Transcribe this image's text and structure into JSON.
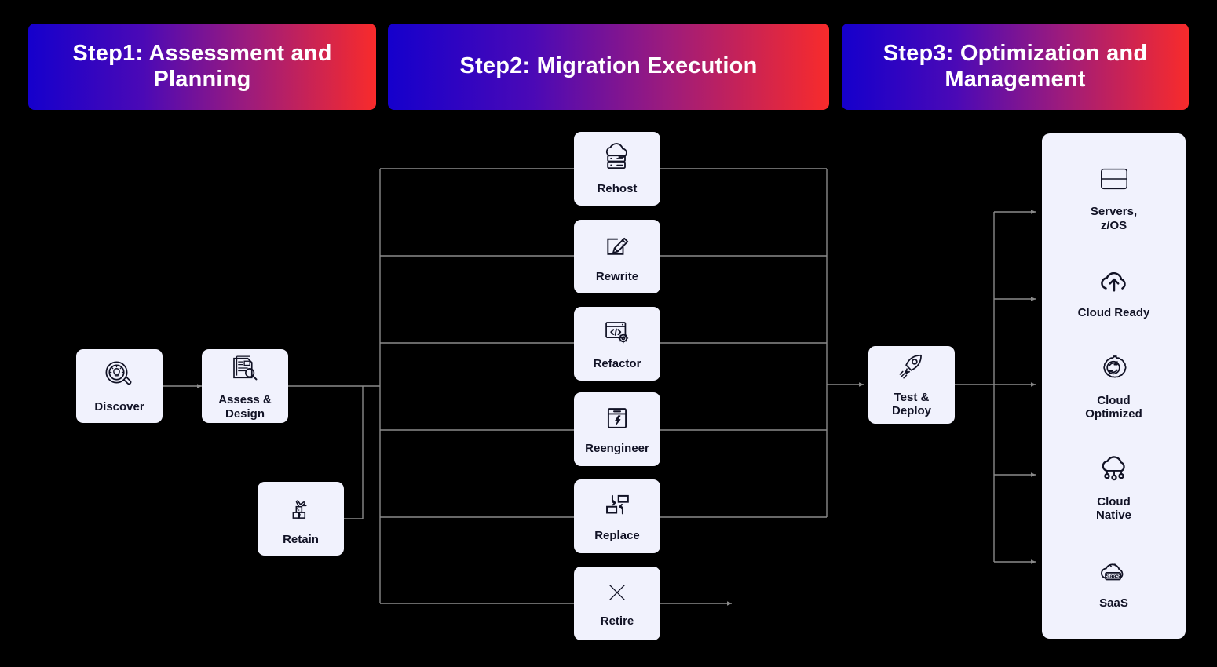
{
  "banners": [
    {
      "id": "step1",
      "label": "Step1: Assessment and Planning"
    },
    {
      "id": "step2",
      "label": "Step2: Migration Execution"
    },
    {
      "id": "step3",
      "label": "Step3: Optimization and Management"
    }
  ],
  "gradient": {
    "start": "#1500cc",
    "mid": "#9c1b7d",
    "end": "#f82b2b"
  },
  "colors": {
    "background": "#000000",
    "card_background": "#f1f2fd",
    "card_text": "#111225",
    "connector": "#8a8a8a",
    "banner_text": "#ffffff"
  },
  "step1": {
    "cards": [
      {
        "id": "discover",
        "label": "Discover",
        "icon": "magnifier-lightbulb-icon"
      },
      {
        "id": "assess-design",
        "label": "Assess &\nDesign",
        "icon": "documents-magnifier-icon"
      },
      {
        "id": "retain",
        "label": "Retain",
        "icon": "hand-blocks-icon"
      }
    ]
  },
  "step2": {
    "cards": [
      {
        "id": "rehost",
        "label": "Rehost",
        "icon": "cloud-server-icon"
      },
      {
        "id": "rewrite",
        "label": "Rewrite",
        "icon": "pencil-edit-icon"
      },
      {
        "id": "refactor",
        "label": "Refactor",
        "icon": "code-window-gear-icon"
      },
      {
        "id": "reengineer",
        "label": "Reengineer",
        "icon": "window-bolt-icon"
      },
      {
        "id": "replace",
        "label": "Replace",
        "icon": "swap-boxes-icon"
      },
      {
        "id": "retire",
        "label": "Retire",
        "icon": "cross-x-icon"
      }
    ]
  },
  "step3": {
    "gateway": {
      "id": "test-deploy",
      "label": "Test &\nDeploy",
      "icon": "rocket-icon"
    },
    "outcomes": [
      {
        "id": "servers-zos",
        "label": "Servers,\nz/OS",
        "icon": "server-rack-icon"
      },
      {
        "id": "cloud-ready",
        "label": "Cloud Ready",
        "icon": "cloud-upload-icon"
      },
      {
        "id": "cloud-optimized",
        "label": "Cloud\nOptimized",
        "icon": "cloud-gear-refresh-icon"
      },
      {
        "id": "cloud-native",
        "label": "Cloud\nNative",
        "icon": "cloud-network-icon"
      },
      {
        "id": "saas",
        "label": "SaaS",
        "icon": "cloud-saas-icon"
      }
    ]
  }
}
